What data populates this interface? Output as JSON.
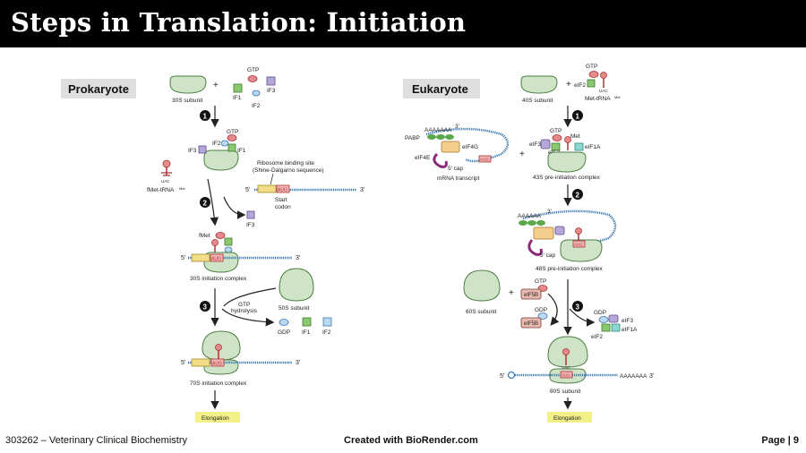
{
  "slide": {
    "title": "Steps in Translation: Initiation",
    "footer_left": "303262 – Veterinary Clinical Biochemistry",
    "footer_center": "Created with BioRender.com",
    "footer_right": "Page | 9"
  },
  "prokaryote": {
    "heading": "Prokaryote",
    "gtp": "GTP",
    "if1": "IF1",
    "if2": "IF2",
    "if3": "IF3",
    "subunit30s": "30S subunit",
    "fmet_trna": "fMet-tRNA",
    "fmet_sup": "Met",
    "uac": "UAC",
    "rbs_line1": "Ribosome binding site",
    "rbs_line2": "(Shine-Dalgarno sequence)",
    "five": "5'",
    "three": "3'",
    "aug": "AUG",
    "start_line1": "Start",
    "start_line2": "codon",
    "fmet": "fMet",
    "complex30s": "30S initiation complex",
    "subunit50s": "50S subunit",
    "gtp_hydro_1": "GTP",
    "gtp_hydro_2": "hydrolysis",
    "gdp": "GDP",
    "complex70s": "70S initiation complex",
    "elongation": "Elongation",
    "step1": "1",
    "step2": "2",
    "step3": "3"
  },
  "eukaryote": {
    "heading": "Eukaryote",
    "subunit40s": "40S subunit",
    "gtp": "GTP",
    "eif2": "eIF2",
    "met_trna": "Met-tRNA",
    "met_sup": "Met",
    "uac": "UAC",
    "polya": "AAAAAAA",
    "pabp": "PABP",
    "eif4g": "eIF4G",
    "eif4e": "eIF4E",
    "cap": "5' cap",
    "aug": "AUG",
    "mrna": "mRNA transcript",
    "eif3": "eIF3",
    "eif1a": "eIF1A",
    "met": "Met",
    "complex43s": "43S pre-initiation complex",
    "polya2": "AAAAAA",
    "three": "3'",
    "five": "5'",
    "complex48s": "48S pre-initiation complex",
    "subunit60s": "60S subunit",
    "eif5b": "eIF5B",
    "gdp": "GDP",
    "subunit80s": "80S subunit",
    "polya3": "AAAAAAA",
    "elongation": "Elongation",
    "step1": "1",
    "step2": "2",
    "step3": "3"
  },
  "colors": {
    "ribosome": "#cfe3c6",
    "ribosome_stroke": "#4f7f47",
    "gtp_red": "#e58a8a",
    "if_green": "#8cc870",
    "if_purple": "#b7a6d8",
    "mrna_blue": "#3a78b4",
    "aug_pink": "#f4b5b5",
    "sd_yellow": "#f3dc8a",
    "elongation_bg": "#f3f08a",
    "heading_bg": "#dedede"
  }
}
